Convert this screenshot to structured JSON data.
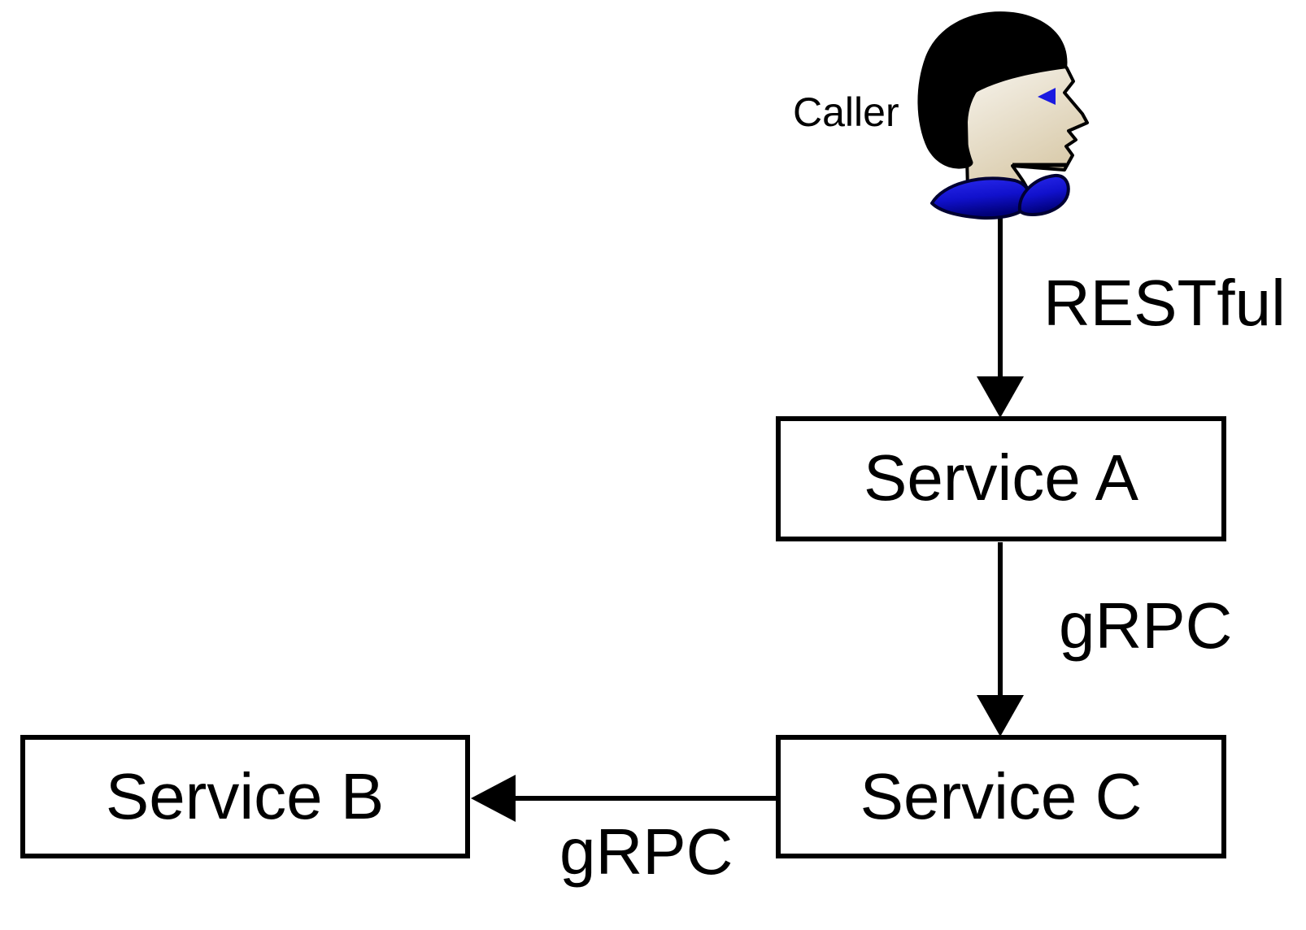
{
  "diagram": {
    "type": "service-call-diagram",
    "actor": {
      "label": "Caller"
    },
    "nodes": [
      {
        "id": "service-a",
        "label": "Service A"
      },
      {
        "id": "service-b",
        "label": "Service B"
      },
      {
        "id": "service-c",
        "label": "Service C"
      }
    ],
    "edges": [
      {
        "from": "caller",
        "to": "service-a",
        "label": "RESTful"
      },
      {
        "from": "service-a",
        "to": "service-c",
        "label": "gRPC"
      },
      {
        "from": "service-c",
        "to": "service-b",
        "label": "gRPC"
      }
    ],
    "colors": {
      "background": "#ffffff",
      "node_fill": "#ffffff",
      "node_stroke": "#000000",
      "edge_stroke": "#000000",
      "text": "#000000",
      "hair": "#000000",
      "face_light": "#f7f4ee",
      "face_dark": "#d8c9a8",
      "collar_blue": "#1a1ad8",
      "collar_dark": "#000078",
      "eye_blue": "#1a1ae0"
    }
  }
}
